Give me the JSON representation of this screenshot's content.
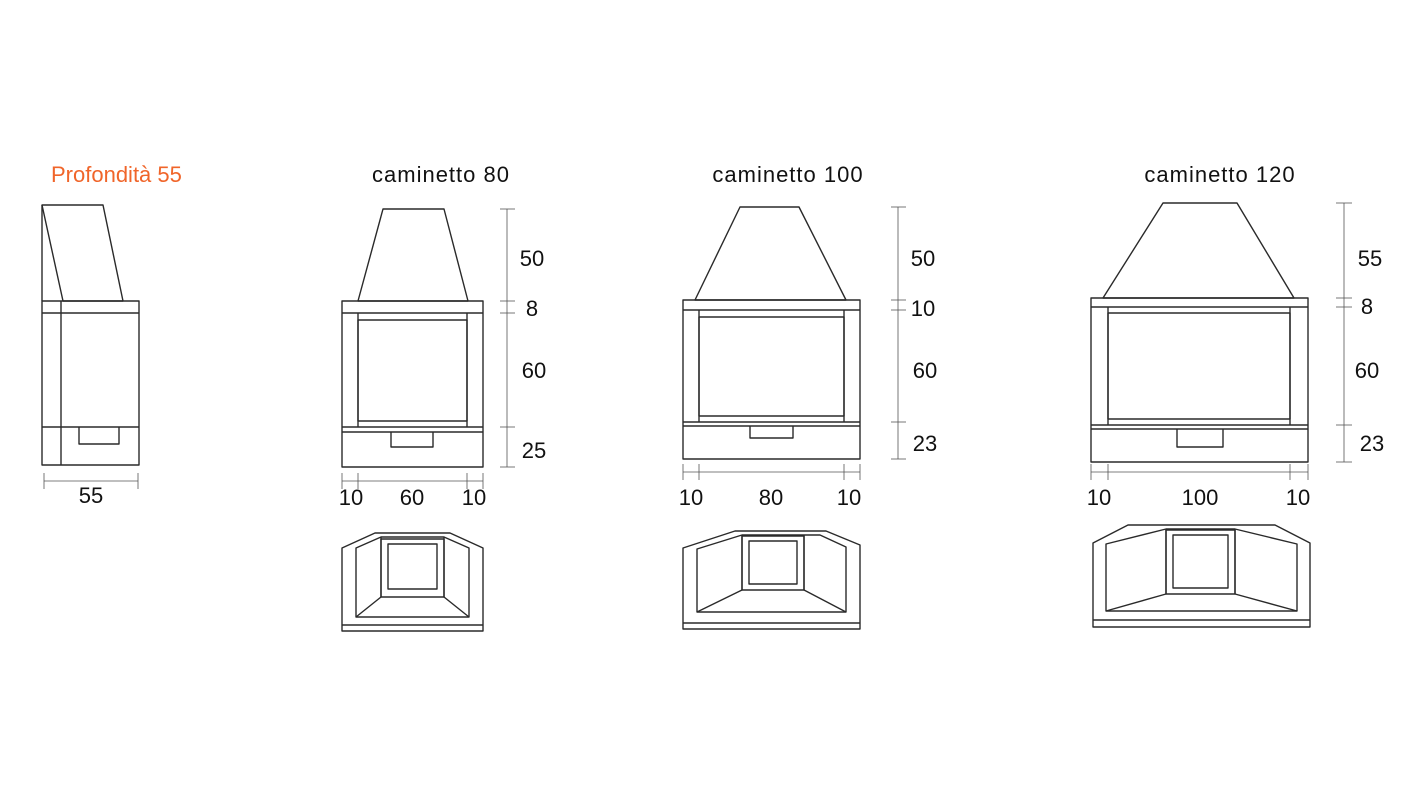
{
  "depth_view": {
    "title": "Profondità 55",
    "width_label": "55",
    "title_color": "#f0652a"
  },
  "models": [
    {
      "title": "caminetto 80",
      "heights": [
        "50",
        "8",
        "60",
        "25"
      ],
      "widths": [
        "10",
        "60",
        "10"
      ]
    },
    {
      "title": "caminetto 100",
      "heights": [
        "50",
        "10",
        "60",
        "23"
      ],
      "widths": [
        "10",
        "80",
        "10"
      ]
    },
    {
      "title": "caminetto 120",
      "heights": [
        "55",
        "8",
        "60",
        "23"
      ],
      "widths": [
        "10",
        "100",
        "10"
      ]
    }
  ]
}
